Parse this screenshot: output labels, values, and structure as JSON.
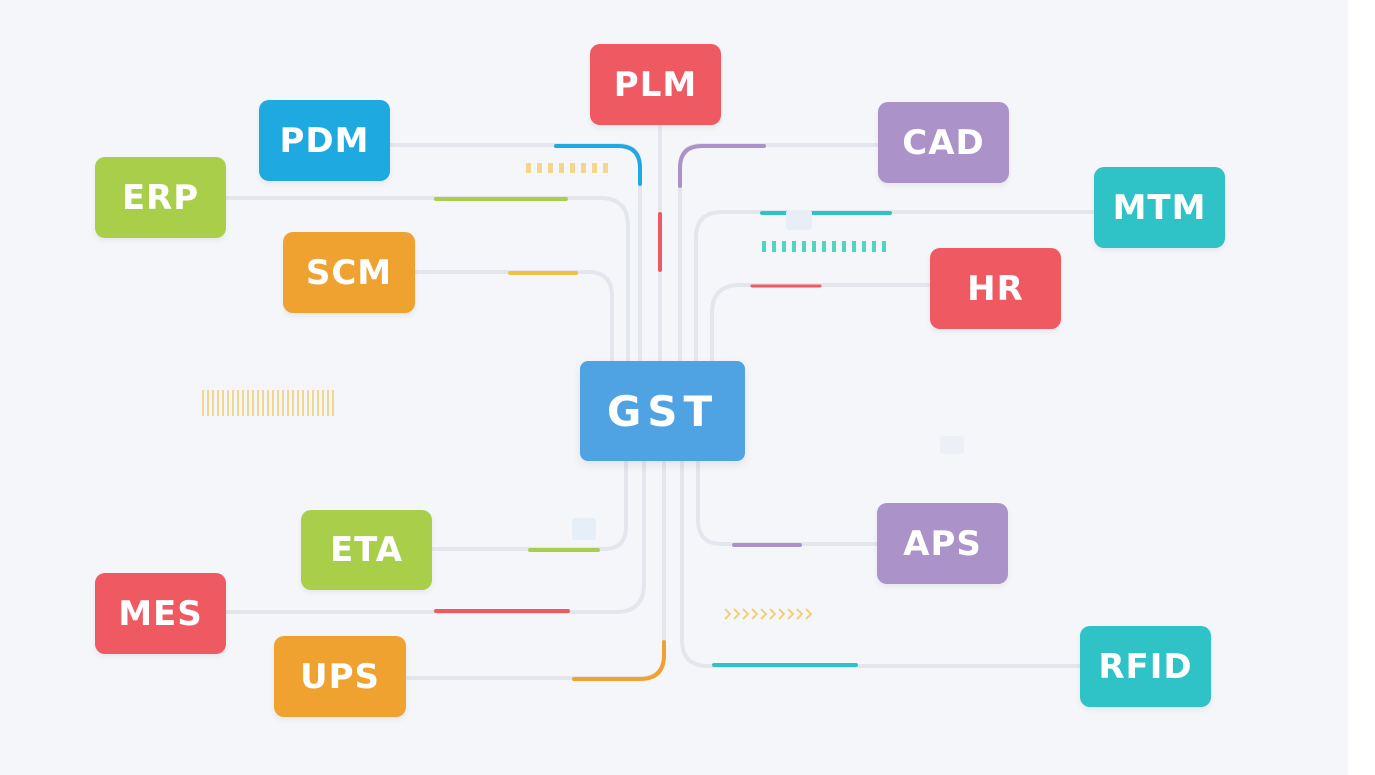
{
  "hub": {
    "label": "GST",
    "color": "#4fa3e3"
  },
  "systems": [
    {
      "id": "plm",
      "label": "PLM",
      "color": "#ef5a62"
    },
    {
      "id": "pdm",
      "label": "PDM",
      "color": "#1fa9e1"
    },
    {
      "id": "cad",
      "label": "CAD",
      "color": "#ab93c9"
    },
    {
      "id": "erp",
      "label": "ERP",
      "color": "#a9cf4a"
    },
    {
      "id": "mtm",
      "label": "MTM",
      "color": "#2fc2c6"
    },
    {
      "id": "scm",
      "label": "SCM",
      "color": "#f0a230"
    },
    {
      "id": "hr",
      "label": "HR",
      "color": "#ef5a62"
    },
    {
      "id": "eta",
      "label": "ETA",
      "color": "#a9cf4a"
    },
    {
      "id": "aps",
      "label": "APS",
      "color": "#ab93c9"
    },
    {
      "id": "mes",
      "label": "MES",
      "color": "#ef5a62"
    },
    {
      "id": "ups",
      "label": "UPS",
      "color": "#f0a230"
    },
    {
      "id": "rfid",
      "label": "RFID",
      "color": "#2fc2c6"
    }
  ],
  "connector_color": "#e3e6ec"
}
